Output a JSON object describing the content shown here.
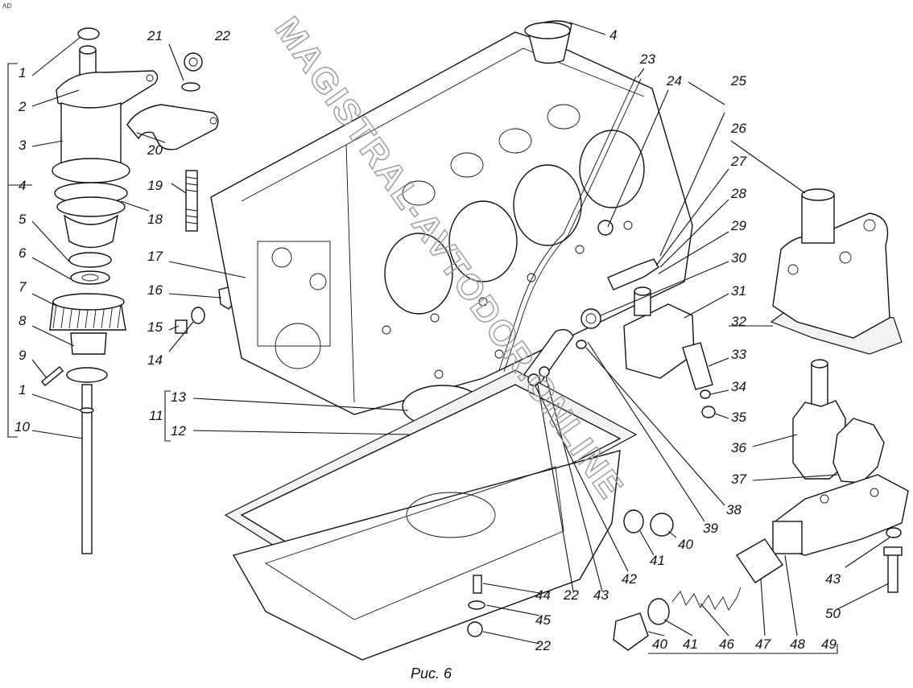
{
  "figure": {
    "caption": "Рис. 6",
    "corner_mark": "AD",
    "watermark": "MAGISTRAL-AVTODOR.ONLINE"
  },
  "callouts": [
    {
      "id": "1a",
      "text": "1"
    },
    {
      "id": "2",
      "text": "2"
    },
    {
      "id": "3",
      "text": "3"
    },
    {
      "id": "4a",
      "text": "4"
    },
    {
      "id": "4b",
      "text": "4"
    },
    {
      "id": "5",
      "text": "5"
    },
    {
      "id": "6",
      "text": "6"
    },
    {
      "id": "7",
      "text": "7"
    },
    {
      "id": "8",
      "text": "8"
    },
    {
      "id": "9",
      "text": "9"
    },
    {
      "id": "1b",
      "text": "1"
    },
    {
      "id": "10",
      "text": "10"
    },
    {
      "id": "11",
      "text": "11"
    },
    {
      "id": "12",
      "text": "12"
    },
    {
      "id": "13",
      "text": "13"
    },
    {
      "id": "14",
      "text": "14"
    },
    {
      "id": "15",
      "text": "15"
    },
    {
      "id": "16",
      "text": "16"
    },
    {
      "id": "17",
      "text": "17"
    },
    {
      "id": "18",
      "text": "18"
    },
    {
      "id": "19",
      "text": "19"
    },
    {
      "id": "20",
      "text": "20"
    },
    {
      "id": "21",
      "text": "21"
    },
    {
      "id": "22a",
      "text": "22"
    },
    {
      "id": "23",
      "text": "23"
    },
    {
      "id": "24",
      "text": "24"
    },
    {
      "id": "25",
      "text": "25"
    },
    {
      "id": "26",
      "text": "26"
    },
    {
      "id": "27",
      "text": "27"
    },
    {
      "id": "28",
      "text": "28"
    },
    {
      "id": "29",
      "text": "29"
    },
    {
      "id": "30",
      "text": "30"
    },
    {
      "id": "31",
      "text": "31"
    },
    {
      "id": "32",
      "text": "32"
    },
    {
      "id": "33",
      "text": "33"
    },
    {
      "id": "34",
      "text": "34"
    },
    {
      "id": "35",
      "text": "35"
    },
    {
      "id": "36",
      "text": "36"
    },
    {
      "id": "37",
      "text": "37"
    },
    {
      "id": "38",
      "text": "38"
    },
    {
      "id": "39",
      "text": "39"
    },
    {
      "id": "40a",
      "text": "40"
    },
    {
      "id": "41a",
      "text": "41"
    },
    {
      "id": "42",
      "text": "42"
    },
    {
      "id": "43a",
      "text": "43"
    },
    {
      "id": "22b",
      "text": "22"
    },
    {
      "id": "44",
      "text": "44"
    },
    {
      "id": "45",
      "text": "45"
    },
    {
      "id": "22c",
      "text": "22"
    },
    {
      "id": "43b",
      "text": "43"
    },
    {
      "id": "50",
      "text": "50"
    },
    {
      "id": "40b",
      "text": "40"
    },
    {
      "id": "41b",
      "text": "41"
    },
    {
      "id": "46",
      "text": "46"
    },
    {
      "id": "47",
      "text": "47"
    },
    {
      "id": "48",
      "text": "48"
    },
    {
      "id": "49",
      "text": "49"
    }
  ]
}
